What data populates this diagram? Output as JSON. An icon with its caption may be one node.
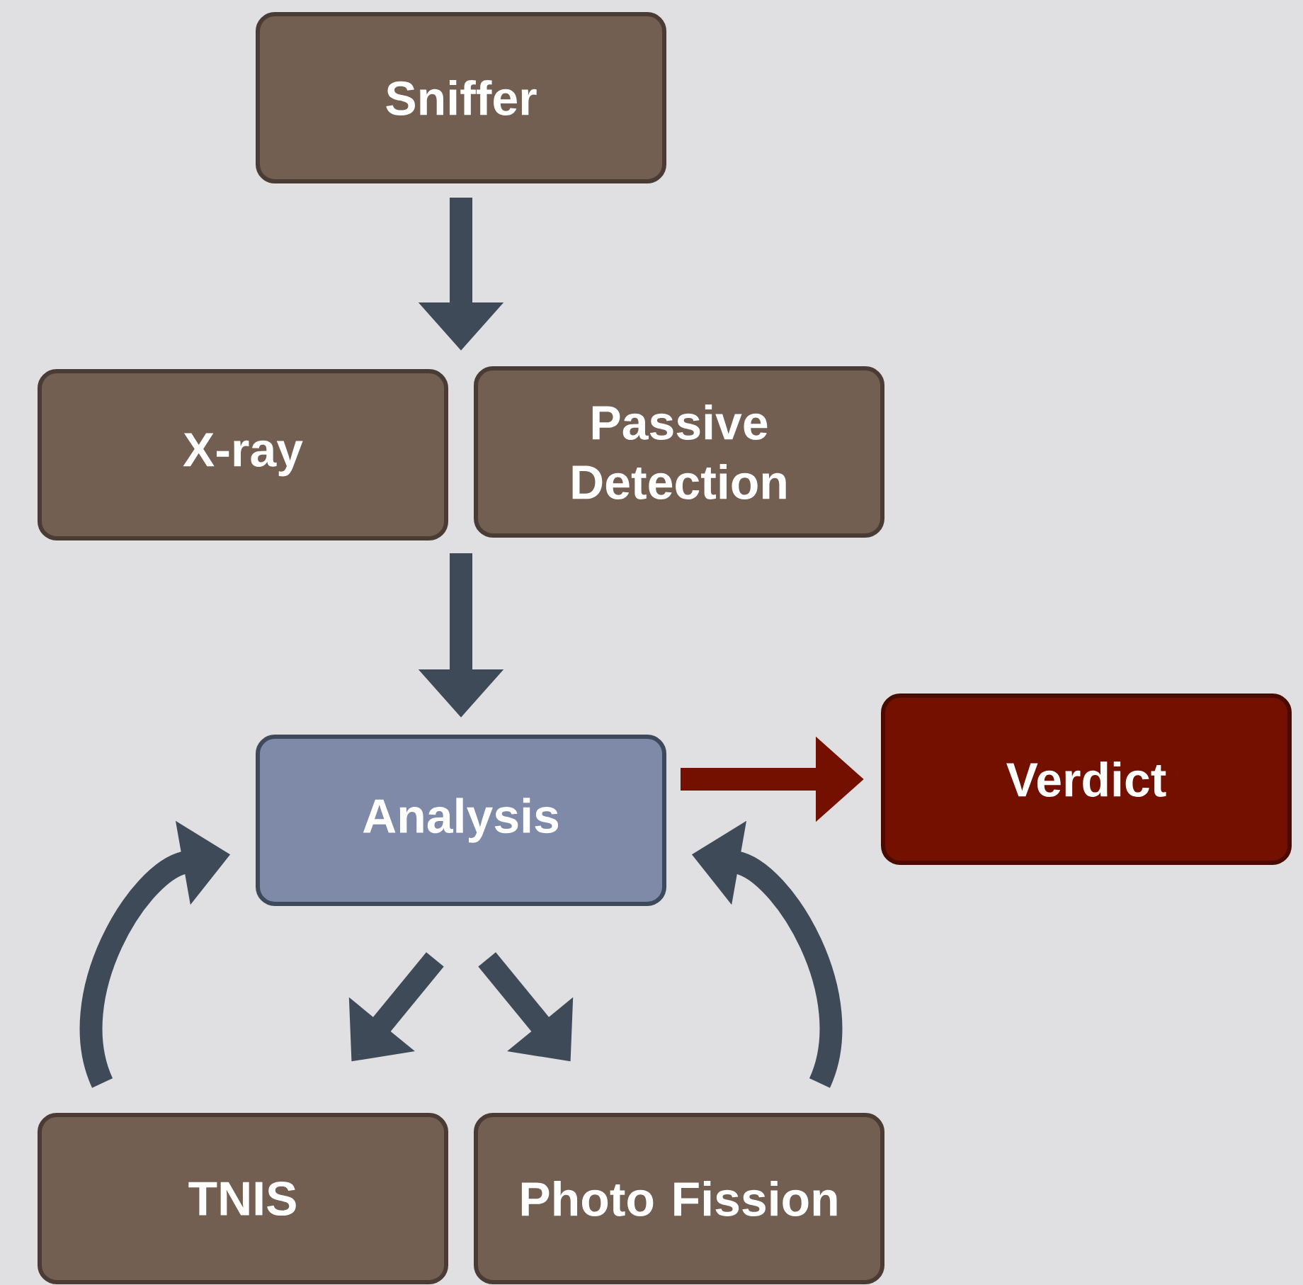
{
  "diagram": {
    "nodes": [
      {
        "text": [
          "Sniffer"
        ]
      },
      {
        "text": [
          "X-ray"
        ]
      },
      {
        "text": [
          "Passive Detection"
        ]
      },
      {
        "text": [
          "Analysis"
        ]
      },
      {
        "text": [
          "Verdict"
        ]
      },
      {
        "text": [
          "TNIS"
        ]
      },
      {
        "text": [
          "Photo Fission"
        ]
      }
    ],
    "edges": [
      {
        "from": 0,
        "to": 1,
        "arrow": "to"
      },
      {
        "from": 0,
        "to": 2,
        "arrow": "to"
      },
      {
        "from": 1,
        "to": 3,
        "arrow": "to"
      },
      {
        "from": 2,
        "to": 3,
        "arrow": "to"
      },
      {
        "from": 3,
        "to": 4,
        "arrow": "to",
        "color": "#731000"
      },
      {
        "from": 3,
        "to": 5,
        "arrow": "to"
      },
      {
        "from": 3,
        "to": 6,
        "arrow": "to"
      },
      {
        "from": 5,
        "to": 3,
        "arrow": "to"
      },
      {
        "from": 6,
        "to": 3,
        "arrow": "to"
      }
    ]
  }
}
